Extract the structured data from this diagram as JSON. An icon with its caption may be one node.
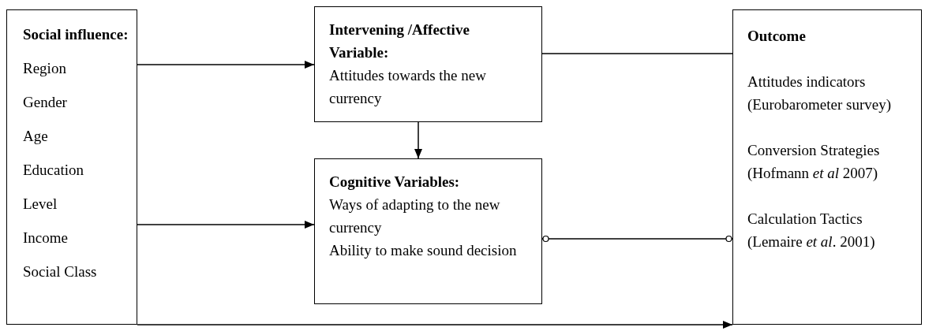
{
  "diagram": {
    "nodes": [
      {
        "text": [
          "Social influence:",
          "Region",
          "Gender",
          "Age",
          "Education",
          "Level",
          "Income",
          "Social Class"
        ]
      },
      {
        "text": [
          "Intervening /Affective Variable:",
          "Attitudes towards the new currency"
        ]
      },
      {
        "text": [
          "Cognitive Variables:",
          "Ways of adapting to the new currency",
          "Ability to make sound decision"
        ]
      },
      {
        "text": [
          "Outcome",
          "Attitudes indicators (Eurobarometer survey)",
          "Conversion Strategies (Hofmann *et al* 2007)",
          "Calculation Tactics (Lemaire *et al*. 2001)"
        ]
      }
    ],
    "edges": [
      {
        "from": 0,
        "to": 1,
        "arrow": "to"
      },
      {
        "from": 1,
        "to": 2,
        "arrow": "to"
      },
      {
        "from": 1,
        "to": 3,
        "arrow": "none"
      },
      {
        "from": 0,
        "to": 2,
        "arrow": "to"
      },
      {
        "from": 2,
        "to": 3,
        "arrow": "other"
      },
      {
        "from": 0,
        "to": 3,
        "arrow": "to"
      }
    ]
  }
}
